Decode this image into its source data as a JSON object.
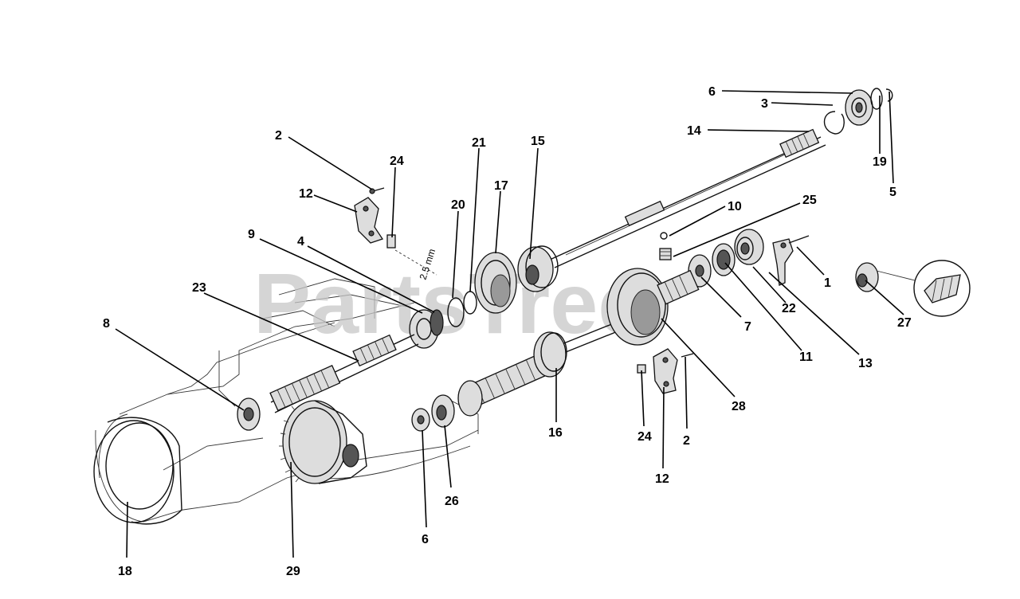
{
  "diagram": {
    "watermark": {
      "text": "PartsTree",
      "trademark": "™"
    },
    "dimension_label": "2.5 mm",
    "callouts": [
      {
        "id": "c6-top",
        "label": "6"
      },
      {
        "id": "c3",
        "label": "3"
      },
      {
        "id": "c14",
        "label": "14"
      },
      {
        "id": "c19",
        "label": "19"
      },
      {
        "id": "c5",
        "label": "5"
      },
      {
        "id": "c2-top",
        "label": "2"
      },
      {
        "id": "c24-top",
        "label": "24"
      },
      {
        "id": "c12-top",
        "label": "12"
      },
      {
        "id": "c21",
        "label": "21"
      },
      {
        "id": "c15",
        "label": "15"
      },
      {
        "id": "c17",
        "label": "17"
      },
      {
        "id": "c20",
        "label": "20"
      },
      {
        "id": "c10",
        "label": "10"
      },
      {
        "id": "c25",
        "label": "25"
      },
      {
        "id": "c9",
        "label": "9"
      },
      {
        "id": "c4",
        "label": "4"
      },
      {
        "id": "c1",
        "label": "1"
      },
      {
        "id": "c22",
        "label": "22"
      },
      {
        "id": "c23",
        "label": "23"
      },
      {
        "id": "c7",
        "label": "7"
      },
      {
        "id": "c27",
        "label": "27"
      },
      {
        "id": "c8",
        "label": "8"
      },
      {
        "id": "c11",
        "label": "11"
      },
      {
        "id": "c13",
        "label": "13"
      },
      {
        "id": "c28",
        "label": "28"
      },
      {
        "id": "c16",
        "label": "16"
      },
      {
        "id": "c24-bot",
        "label": "24"
      },
      {
        "id": "c2-bot",
        "label": "2"
      },
      {
        "id": "c12-bot",
        "label": "12"
      },
      {
        "id": "c26",
        "label": "26"
      },
      {
        "id": "c6-bot",
        "label": "6"
      },
      {
        "id": "c18",
        "label": "18"
      },
      {
        "id": "c29",
        "label": "29"
      }
    ]
  }
}
